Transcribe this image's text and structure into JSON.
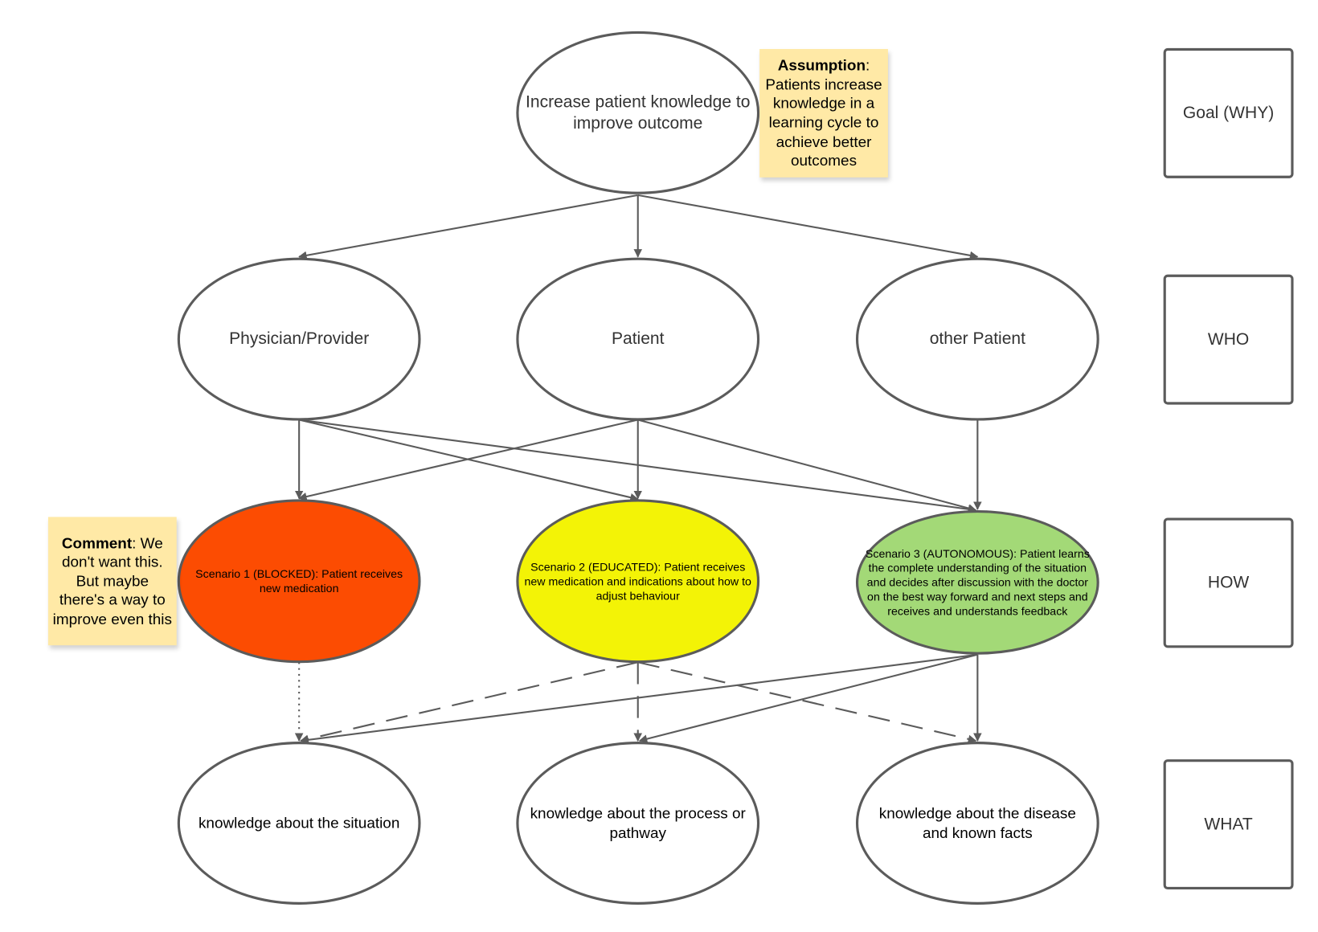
{
  "goal": {
    "text": "Increase patient knowledge to improve outcome"
  },
  "who": [
    {
      "text": "Physician/Provider"
    },
    {
      "text": "Patient"
    },
    {
      "text": "other Patient"
    }
  ],
  "how": [
    {
      "text": "Scenario 1 (BLOCKED): Patient receives new medication",
      "color": "#fc4c02"
    },
    {
      "text": "Scenario 2 (EDUCATED): Patient receives new medication and indications about how to adjust behaviour",
      "color": "#f3f306"
    },
    {
      "text": "Scenario 3 (AUTONOMOUS): Patient learns the complete understanding of the situation and decides after discussion with the doctor on the best way forward and next steps and receives and understands feedback",
      "color": "#a3d977"
    }
  ],
  "what": [
    {
      "text": "knowledge about the situation"
    },
    {
      "text": "knowledge about the process or pathway"
    },
    {
      "text": "knowledge about the disease and known facts"
    }
  ],
  "labels": {
    "goal": "Goal (WHY)",
    "who": "WHO",
    "how": "HOW",
    "what": "WHAT"
  },
  "notes": {
    "assumption": {
      "title": "Assumption",
      "body": ": Patients increase knowledge in a learning cycle to achieve better outcomes"
    },
    "comment": {
      "title": "Comment",
      "body": ": We don't want this. But maybe there's a way to improve even this"
    }
  },
  "colors": {
    "stroke": "#5b5b5b",
    "note": "#ffe9a6"
  }
}
